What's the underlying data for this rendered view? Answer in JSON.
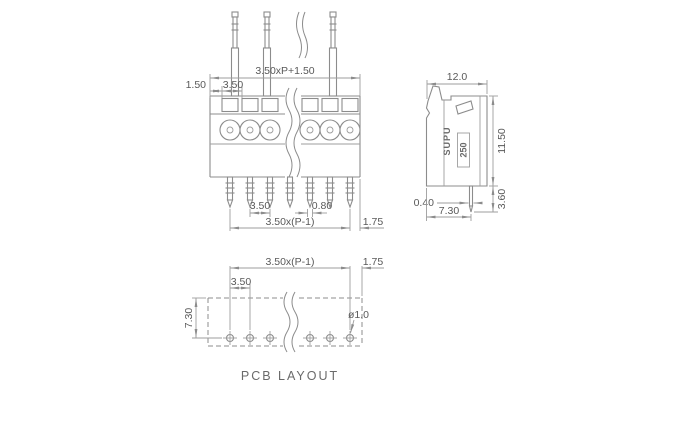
{
  "drawing": {
    "front_view": {
      "dim_overall_width": "3.50xP+1.50",
      "dim_left_margin": "1.50",
      "dim_pitch": "3.50",
      "dim_pin_pitch": "3.50",
      "dim_pin_width": "0.80",
      "dim_pin_span": "3.50x(P-1)",
      "dim_right_margin": "1.75"
    },
    "side_view": {
      "dim_depth": "12.0",
      "dim_height": "11.50",
      "dim_pin_thickness": "0.40",
      "dim_pin_offset": "7.30",
      "dim_pin_length": "3.60",
      "brand": "SUPU",
      "series": "250"
    },
    "pcb_layout": {
      "dim_hole_span": "3.50x(P-1)",
      "dim_right_margin": "1.75",
      "dim_hole_pitch": "3.50",
      "dim_row_offset": "7.30",
      "dim_hole_diameter": "ø1.0",
      "caption": "PCB LAYOUT"
    },
    "colors": {
      "line": "#8c8c8c",
      "text": "#595959"
    }
  }
}
